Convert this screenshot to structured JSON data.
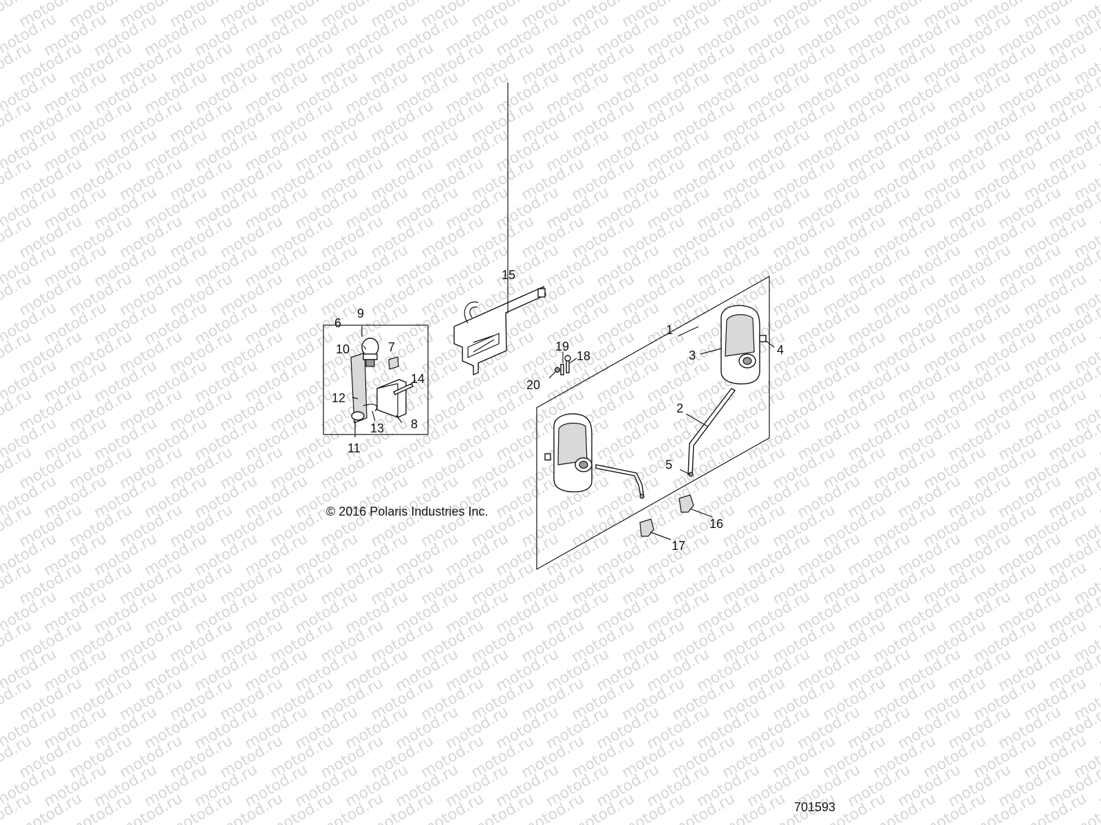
{
  "diagram": {
    "watermark_text": "motod.ru",
    "copyright": "© 2016 Polaris Industries Inc.",
    "figure_number": "701593",
    "callouts": [
      "1",
      "2",
      "3",
      "4",
      "5",
      "6",
      "7",
      "8",
      "9",
      "10",
      "11",
      "12",
      "13",
      "14",
      "15",
      "16",
      "17",
      "18",
      "19",
      "20"
    ]
  }
}
